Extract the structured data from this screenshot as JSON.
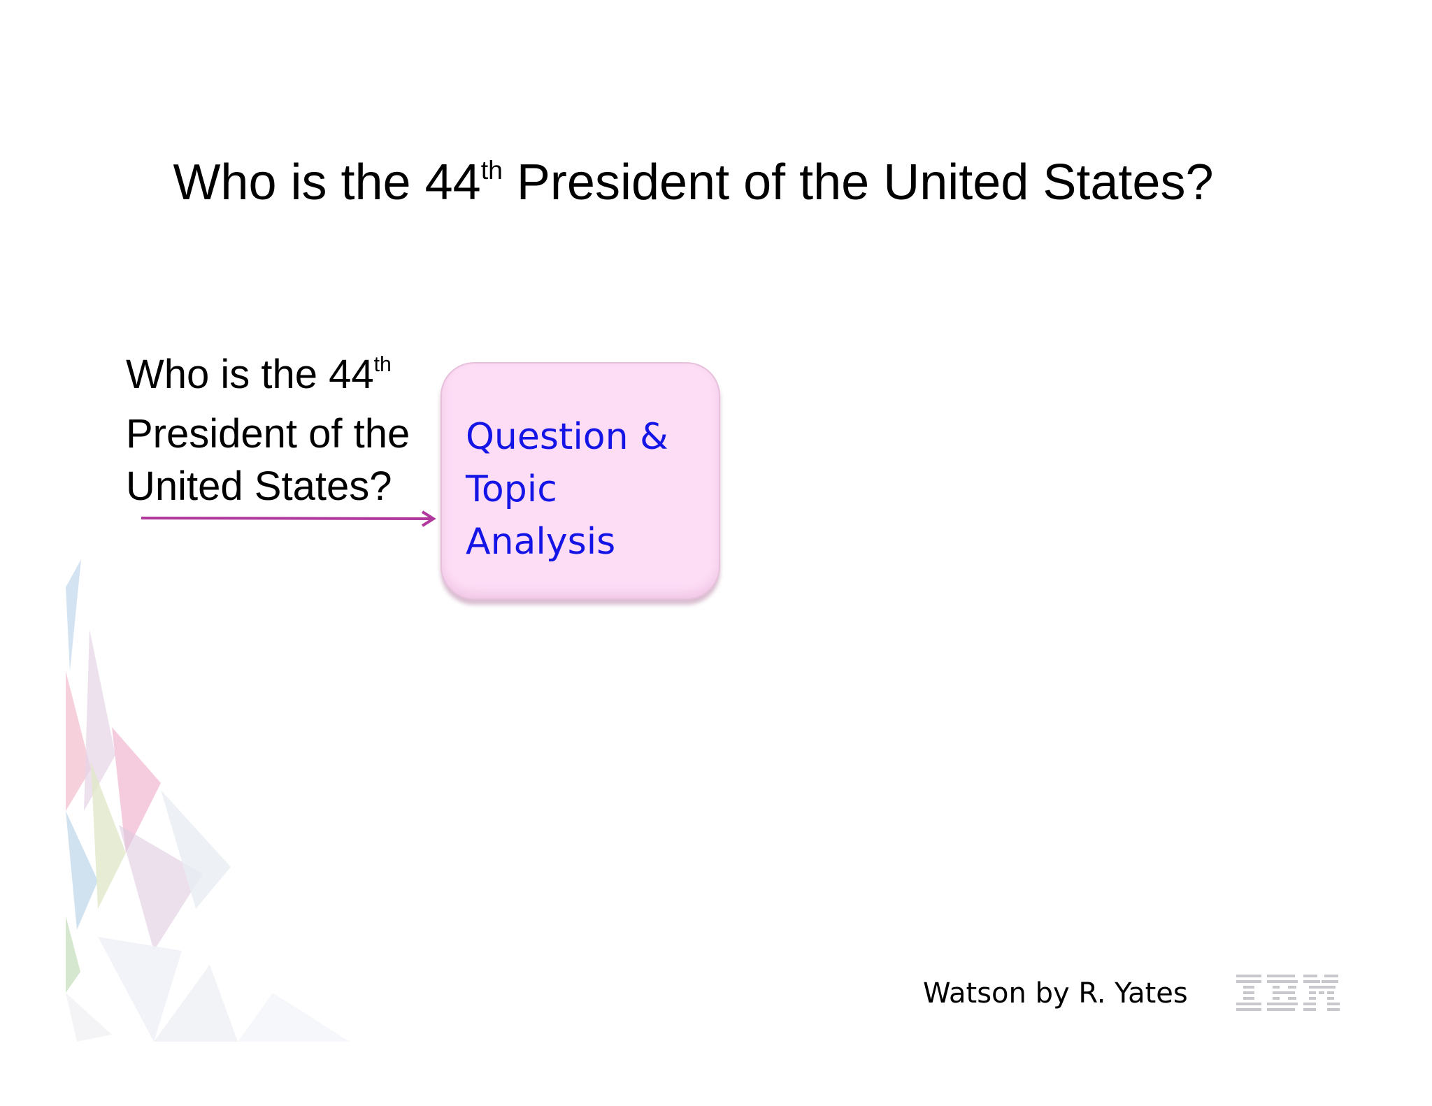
{
  "slide": {
    "title": {
      "prefix": "Who is the 44",
      "sup": "th",
      "suffix": " President of the United States?"
    },
    "question": {
      "line1_prefix": "Who is the 44",
      "line1_sup": "th",
      "line2": "President of the",
      "line3": "United States?"
    },
    "box": {
      "line1": "Question &",
      "line2": "Topic",
      "line3": "Analysis"
    },
    "footer": "Watson by R. Yates",
    "logo": "IBM"
  },
  "colors": {
    "box_fill": "#fdddf6",
    "box_text": "#1414e6",
    "arrow": "#b0389c"
  }
}
